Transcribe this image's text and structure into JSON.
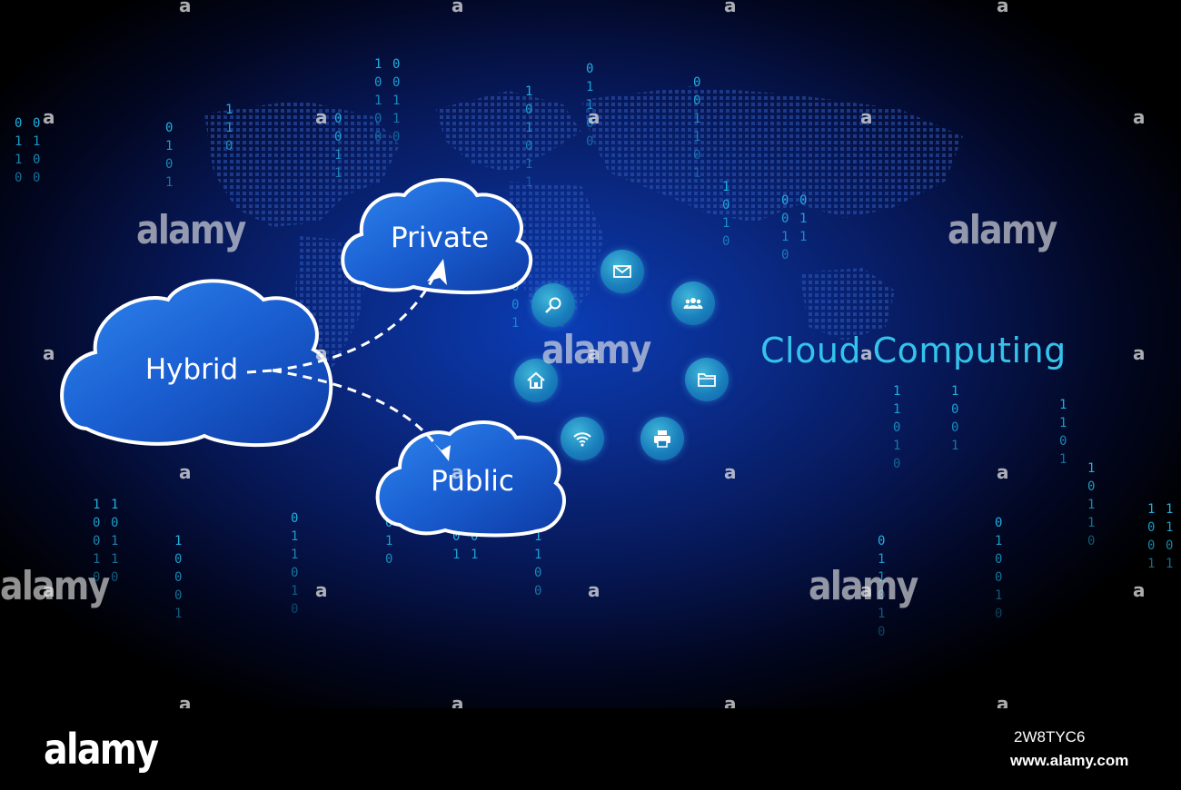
{
  "diagram": {
    "clouds": {
      "hybrid": "Hybrid",
      "private": "Private",
      "public": "Public"
    },
    "title": "Cloud Computing",
    "icons": [
      "mail-icon",
      "users-icon",
      "folder-icon",
      "printer-icon",
      "wifi-icon",
      "home-icon",
      "search-icon"
    ],
    "colors": {
      "cloud": "#1e6ad8",
      "accent": "#35c3ec",
      "icon_fill": "#1a7fbd",
      "binary": "#22b8e8"
    }
  },
  "watermark": {
    "text": "alamy",
    "glyph": "a"
  },
  "footer": {
    "logo": "alamy",
    "image_id": "2W8TYC6",
    "url": "www.alamy.com"
  }
}
